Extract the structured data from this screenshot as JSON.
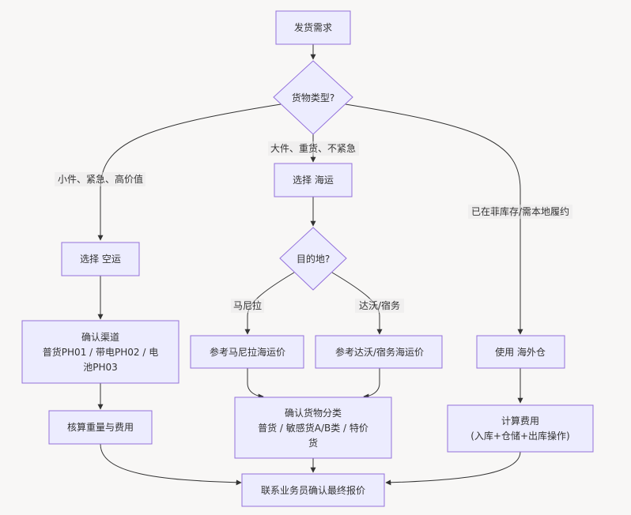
{
  "diagram": {
    "nodes": {
      "start": "发货需求",
      "decision_type": "货物类型?",
      "air": "选择 空运",
      "sea": "选择 海运",
      "decision_dest": "目的地?",
      "channel": [
        "确认渠道",
        "普货PH01 / 带电PH02 / 电",
        "池PH03"
      ],
      "weight_cost": "核算重量与费用",
      "manila": "参考马尼拉海运价",
      "davao": "参考达沃/宿务海运价",
      "classify": [
        "确认货物分类",
        "普货 / 敏感货A/B类 / 特价",
        "货"
      ],
      "overseas": "使用 海外仓",
      "calc_fee": [
        "计算费用",
        "(入库+仓储+出库操作)"
      ],
      "final": "联系业务员确认最终报价"
    },
    "edge_labels": {
      "small": "小件、紧急、高价值",
      "large": "大件、重货、不紧急",
      "warehouse": "已在菲库存/需本地履约",
      "manila": "马尼拉",
      "davao": "达沃/宿务"
    }
  }
}
